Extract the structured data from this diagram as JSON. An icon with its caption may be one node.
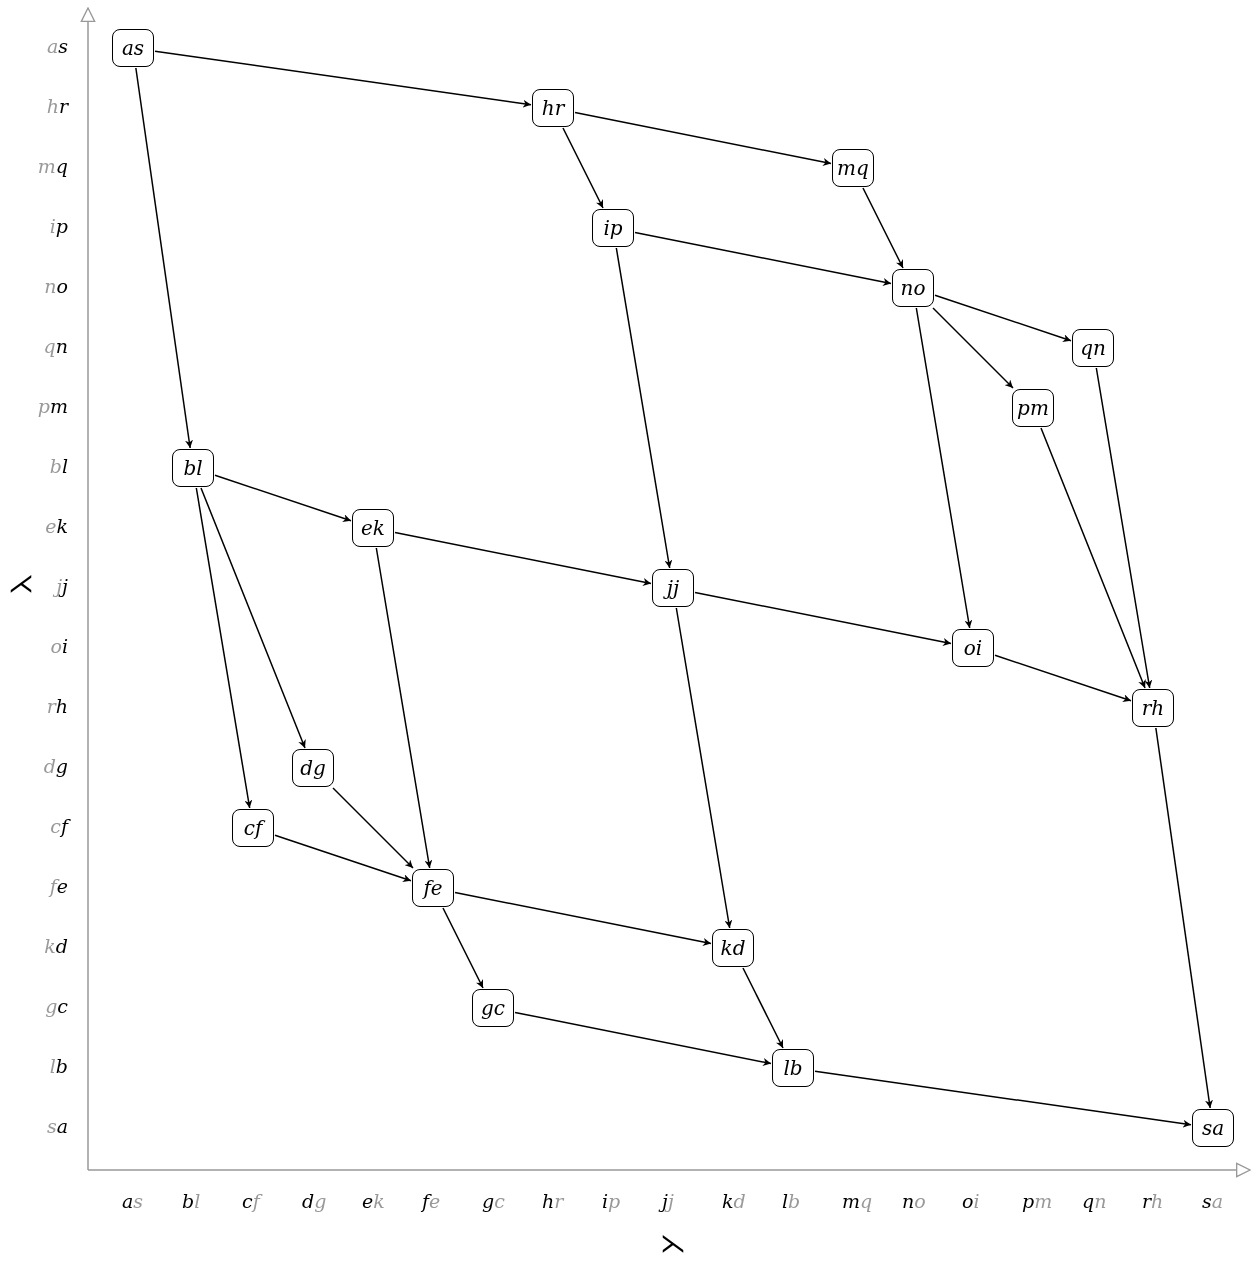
{
  "diagram": {
    "nodes": [
      {
        "text": [
          "as"
        ]
      },
      {
        "text": [
          "hr"
        ]
      },
      {
        "text": [
          "mq"
        ]
      },
      {
        "text": [
          "ip"
        ]
      },
      {
        "text": [
          "no"
        ]
      },
      {
        "text": [
          "qn"
        ]
      },
      {
        "text": [
          "pm"
        ]
      },
      {
        "text": [
          "bl"
        ]
      },
      {
        "text": [
          "ek"
        ]
      },
      {
        "text": [
          "jj"
        ]
      },
      {
        "text": [
          "oi"
        ]
      },
      {
        "text": [
          "rh"
        ]
      },
      {
        "text": [
          "dg"
        ]
      },
      {
        "text": [
          "cf"
        ]
      },
      {
        "text": [
          "fe"
        ]
      },
      {
        "text": [
          "kd"
        ]
      },
      {
        "text": [
          "gc"
        ]
      },
      {
        "text": [
          "lb"
        ]
      },
      {
        "text": [
          "sa"
        ]
      }
    ],
    "edges": [
      {
        "from": 0,
        "to": 1,
        "arrow": "to"
      },
      {
        "from": 0,
        "to": 7,
        "arrow": "to"
      },
      {
        "from": 1,
        "to": 2,
        "arrow": "to"
      },
      {
        "from": 1,
        "to": 3,
        "arrow": "to"
      },
      {
        "from": 2,
        "to": 4,
        "arrow": "to"
      },
      {
        "from": 3,
        "to": 4,
        "arrow": "to"
      },
      {
        "from": 3,
        "to": 9,
        "arrow": "to"
      },
      {
        "from": 4,
        "to": 5,
        "arrow": "to"
      },
      {
        "from": 4,
        "to": 6,
        "arrow": "to"
      },
      {
        "from": 4,
        "to": 10,
        "arrow": "to"
      },
      {
        "from": 5,
        "to": 11,
        "arrow": "to"
      },
      {
        "from": 6,
        "to": 11,
        "arrow": "to"
      },
      {
        "from": 7,
        "to": 8,
        "arrow": "to"
      },
      {
        "from": 7,
        "to": 12,
        "arrow": "to"
      },
      {
        "from": 7,
        "to": 13,
        "arrow": "to"
      },
      {
        "from": 8,
        "to": 9,
        "arrow": "to"
      },
      {
        "from": 8,
        "to": 14,
        "arrow": "to"
      },
      {
        "from": 9,
        "to": 10,
        "arrow": "to"
      },
      {
        "from": 9,
        "to": 15,
        "arrow": "to"
      },
      {
        "from": 10,
        "to": 11,
        "arrow": "to"
      },
      {
        "from": 11,
        "to": 18,
        "arrow": "to"
      },
      {
        "from": 12,
        "to": 14,
        "arrow": "to"
      },
      {
        "from": 13,
        "to": 14,
        "arrow": "to"
      },
      {
        "from": 14,
        "to": 15,
        "arrow": "to"
      },
      {
        "from": 14,
        "to": 16,
        "arrow": "to"
      },
      {
        "from": 15,
        "to": 17,
        "arrow": "to"
      },
      {
        "from": 16,
        "to": 17,
        "arrow": "to"
      },
      {
        "from": 17,
        "to": 18,
        "arrow": "to"
      }
    ],
    "labels": [
      "as",
      "hr",
      "mq",
      "ip",
      "no",
      "qn",
      "pm",
      "bl",
      "ek",
      "jj",
      "oi",
      "rh",
      "dg",
      "cf",
      "fe",
      "kd",
      "gc",
      "lb",
      "sa",
      "⋌",
      "as",
      "bl",
      "cf",
      "dg",
      "ek",
      "fe",
      "gc",
      "hr",
      "ip",
      "jj",
      "kd",
      "lb",
      "mq",
      "no",
      "oi",
      "pm",
      "qn",
      "rh",
      "sa",
      "⋋"
    ]
  }
}
